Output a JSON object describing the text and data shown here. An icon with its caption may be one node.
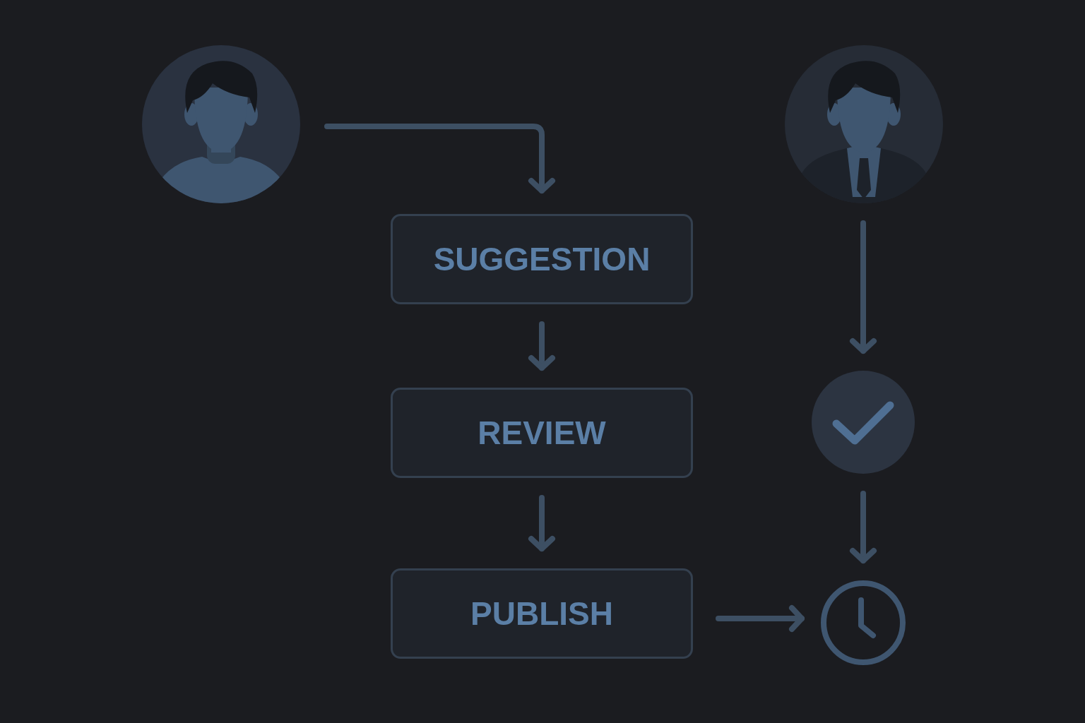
{
  "diagram": {
    "nodes": [
      {
        "text": [],
        "shape": "person"
      },
      {
        "text": [],
        "shape": "person"
      },
      {
        "text": [
          "SUGGESTION"
        ]
      },
      {
        "text": [
          "REVIEW"
        ]
      },
      {
        "text": [
          "PUBLISH"
        ]
      },
      {
        "text": [],
        "shape": "circle"
      },
      {
        "text": [],
        "shape": "clock"
      }
    ],
    "edges": [
      {
        "from": 0,
        "to": 2,
        "arrow": "to"
      },
      {
        "from": 2,
        "to": 3,
        "arrow": "to"
      },
      {
        "from": 3,
        "to": 4,
        "arrow": "to"
      },
      {
        "from": 1,
        "to": 5,
        "arrow": "to"
      },
      {
        "from": 5,
        "to": 6,
        "arrow": "to"
      },
      {
        "from": 4,
        "to": 6,
        "arrow": "to"
      }
    ]
  }
}
